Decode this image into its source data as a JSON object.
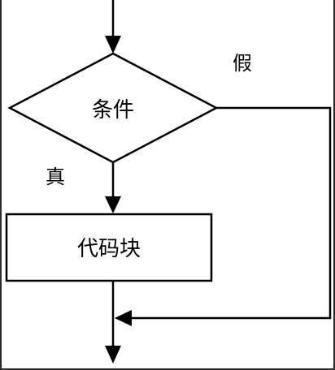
{
  "diagram": {
    "decision": {
      "label": "条件"
    },
    "process": {
      "label": "代码块"
    },
    "branches": {
      "true_label": "真",
      "false_label": "假"
    },
    "colors": {
      "stroke": "#000000",
      "background": "#ffffff",
      "frame": "#2b2b2b"
    }
  }
}
